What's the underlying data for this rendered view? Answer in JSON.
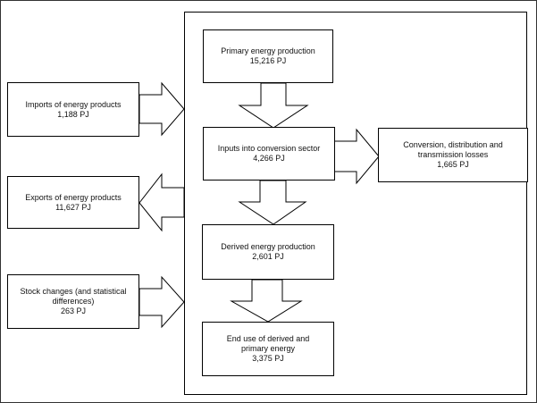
{
  "nodes": {
    "primary": {
      "label": "Primary energy production",
      "value": "15,216 PJ"
    },
    "imports": {
      "label": "Imports of energy products",
      "value": "1,188 PJ"
    },
    "conversion_inputs": {
      "label": "Inputs into conversion sector",
      "value": "4,266 PJ"
    },
    "losses": {
      "line1": "Conversion, distribution and",
      "line2": "transmission losses",
      "value": "1,665 PJ"
    },
    "exports": {
      "label": "Exports of energy products",
      "value": "11,627 PJ"
    },
    "derived": {
      "label": "Derived energy production",
      "value": "2,601 PJ"
    },
    "stock": {
      "line1": "Stock changes (and statistical",
      "line2": "differences)",
      "value": "263 PJ"
    },
    "end_use": {
      "line1": "End use of derived and",
      "line2": "primary energy",
      "value": "3,375 PJ"
    }
  },
  "colors": {
    "line": "#000000",
    "background": "#ffffff"
  },
  "icons": {
    "imports": "arrow-right-icon",
    "exports": "arrow-left-icon",
    "stock": "arrow-right-icon",
    "primary_to_conversion": "arrow-down-icon",
    "conversion_to_losses": "arrow-right-icon",
    "conversion_to_derived": "arrow-down-icon",
    "derived_to_end_use": "arrow-down-icon"
  }
}
